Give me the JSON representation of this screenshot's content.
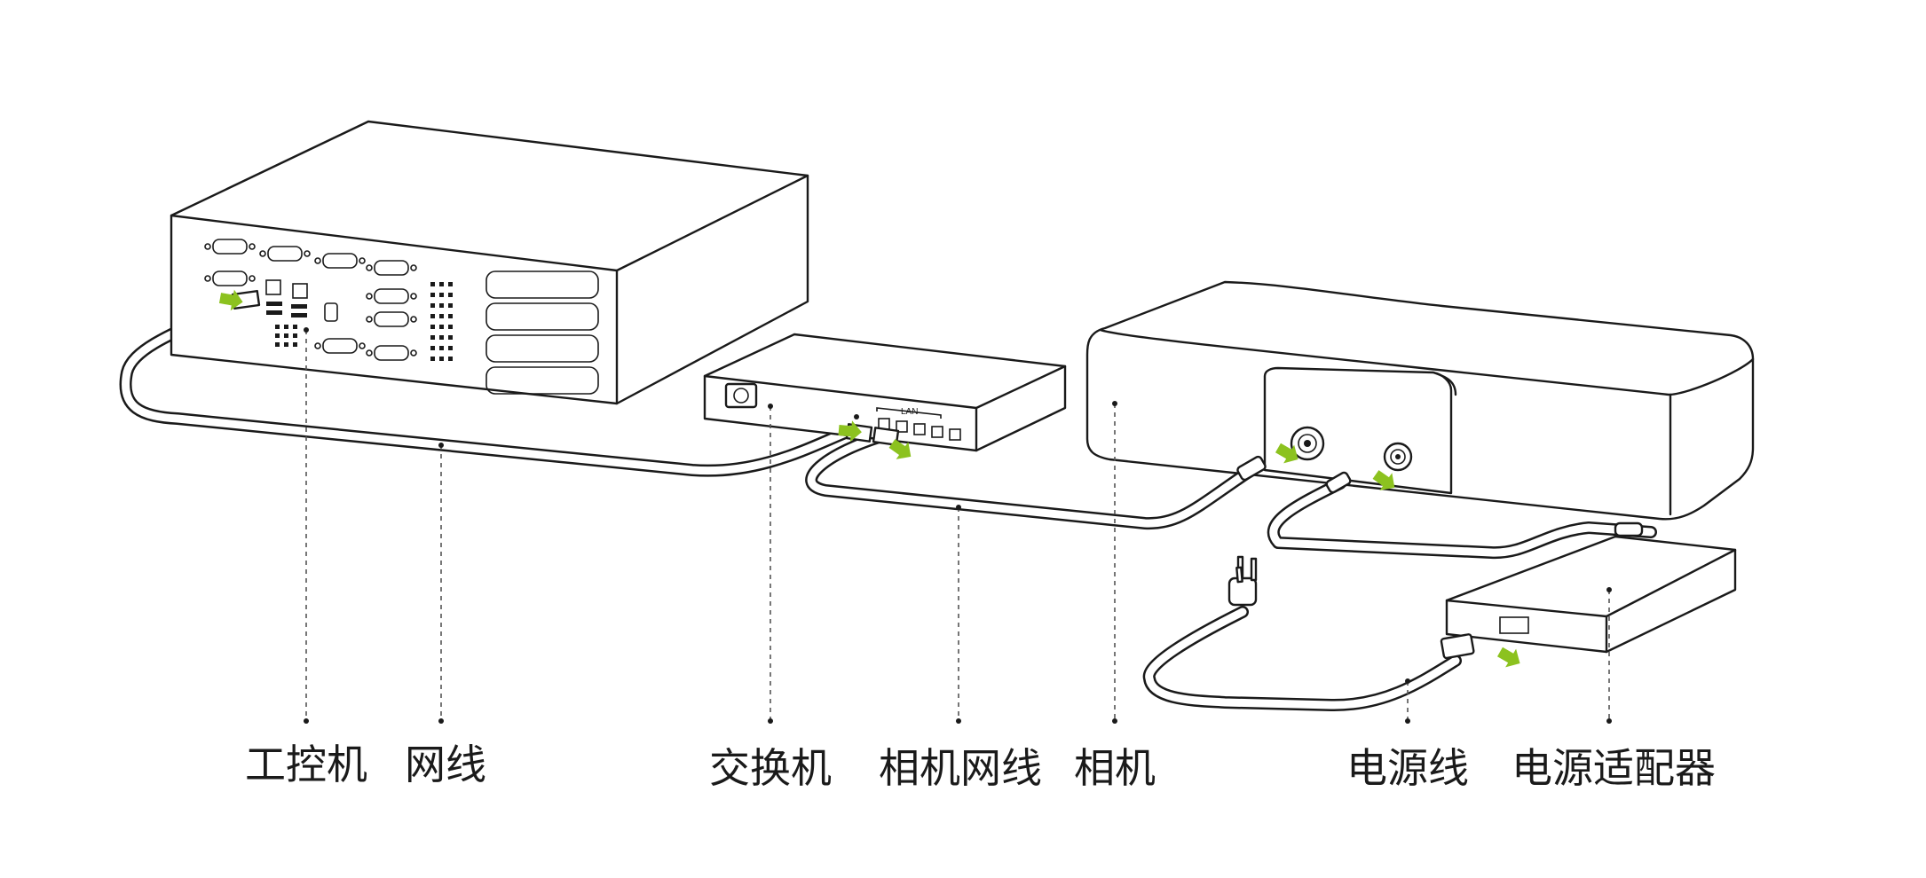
{
  "labels": {
    "ipc": "工控机",
    "net_cable": "网线",
    "switch": "交换机",
    "camera_net_cable": "相机网线",
    "camera": "相机",
    "power_cable": "电源线",
    "power_adapter": "电源适配器"
  },
  "switch_port_label": "LAN",
  "colors": {
    "arrow": "#8cc21f",
    "line": "#1a1a1a",
    "background": "#ffffff"
  },
  "icons": {
    "connection_arrow": "green-arrow-icon",
    "power_switch": "power-switch-icon",
    "power_plug": "power-plug-icon"
  }
}
